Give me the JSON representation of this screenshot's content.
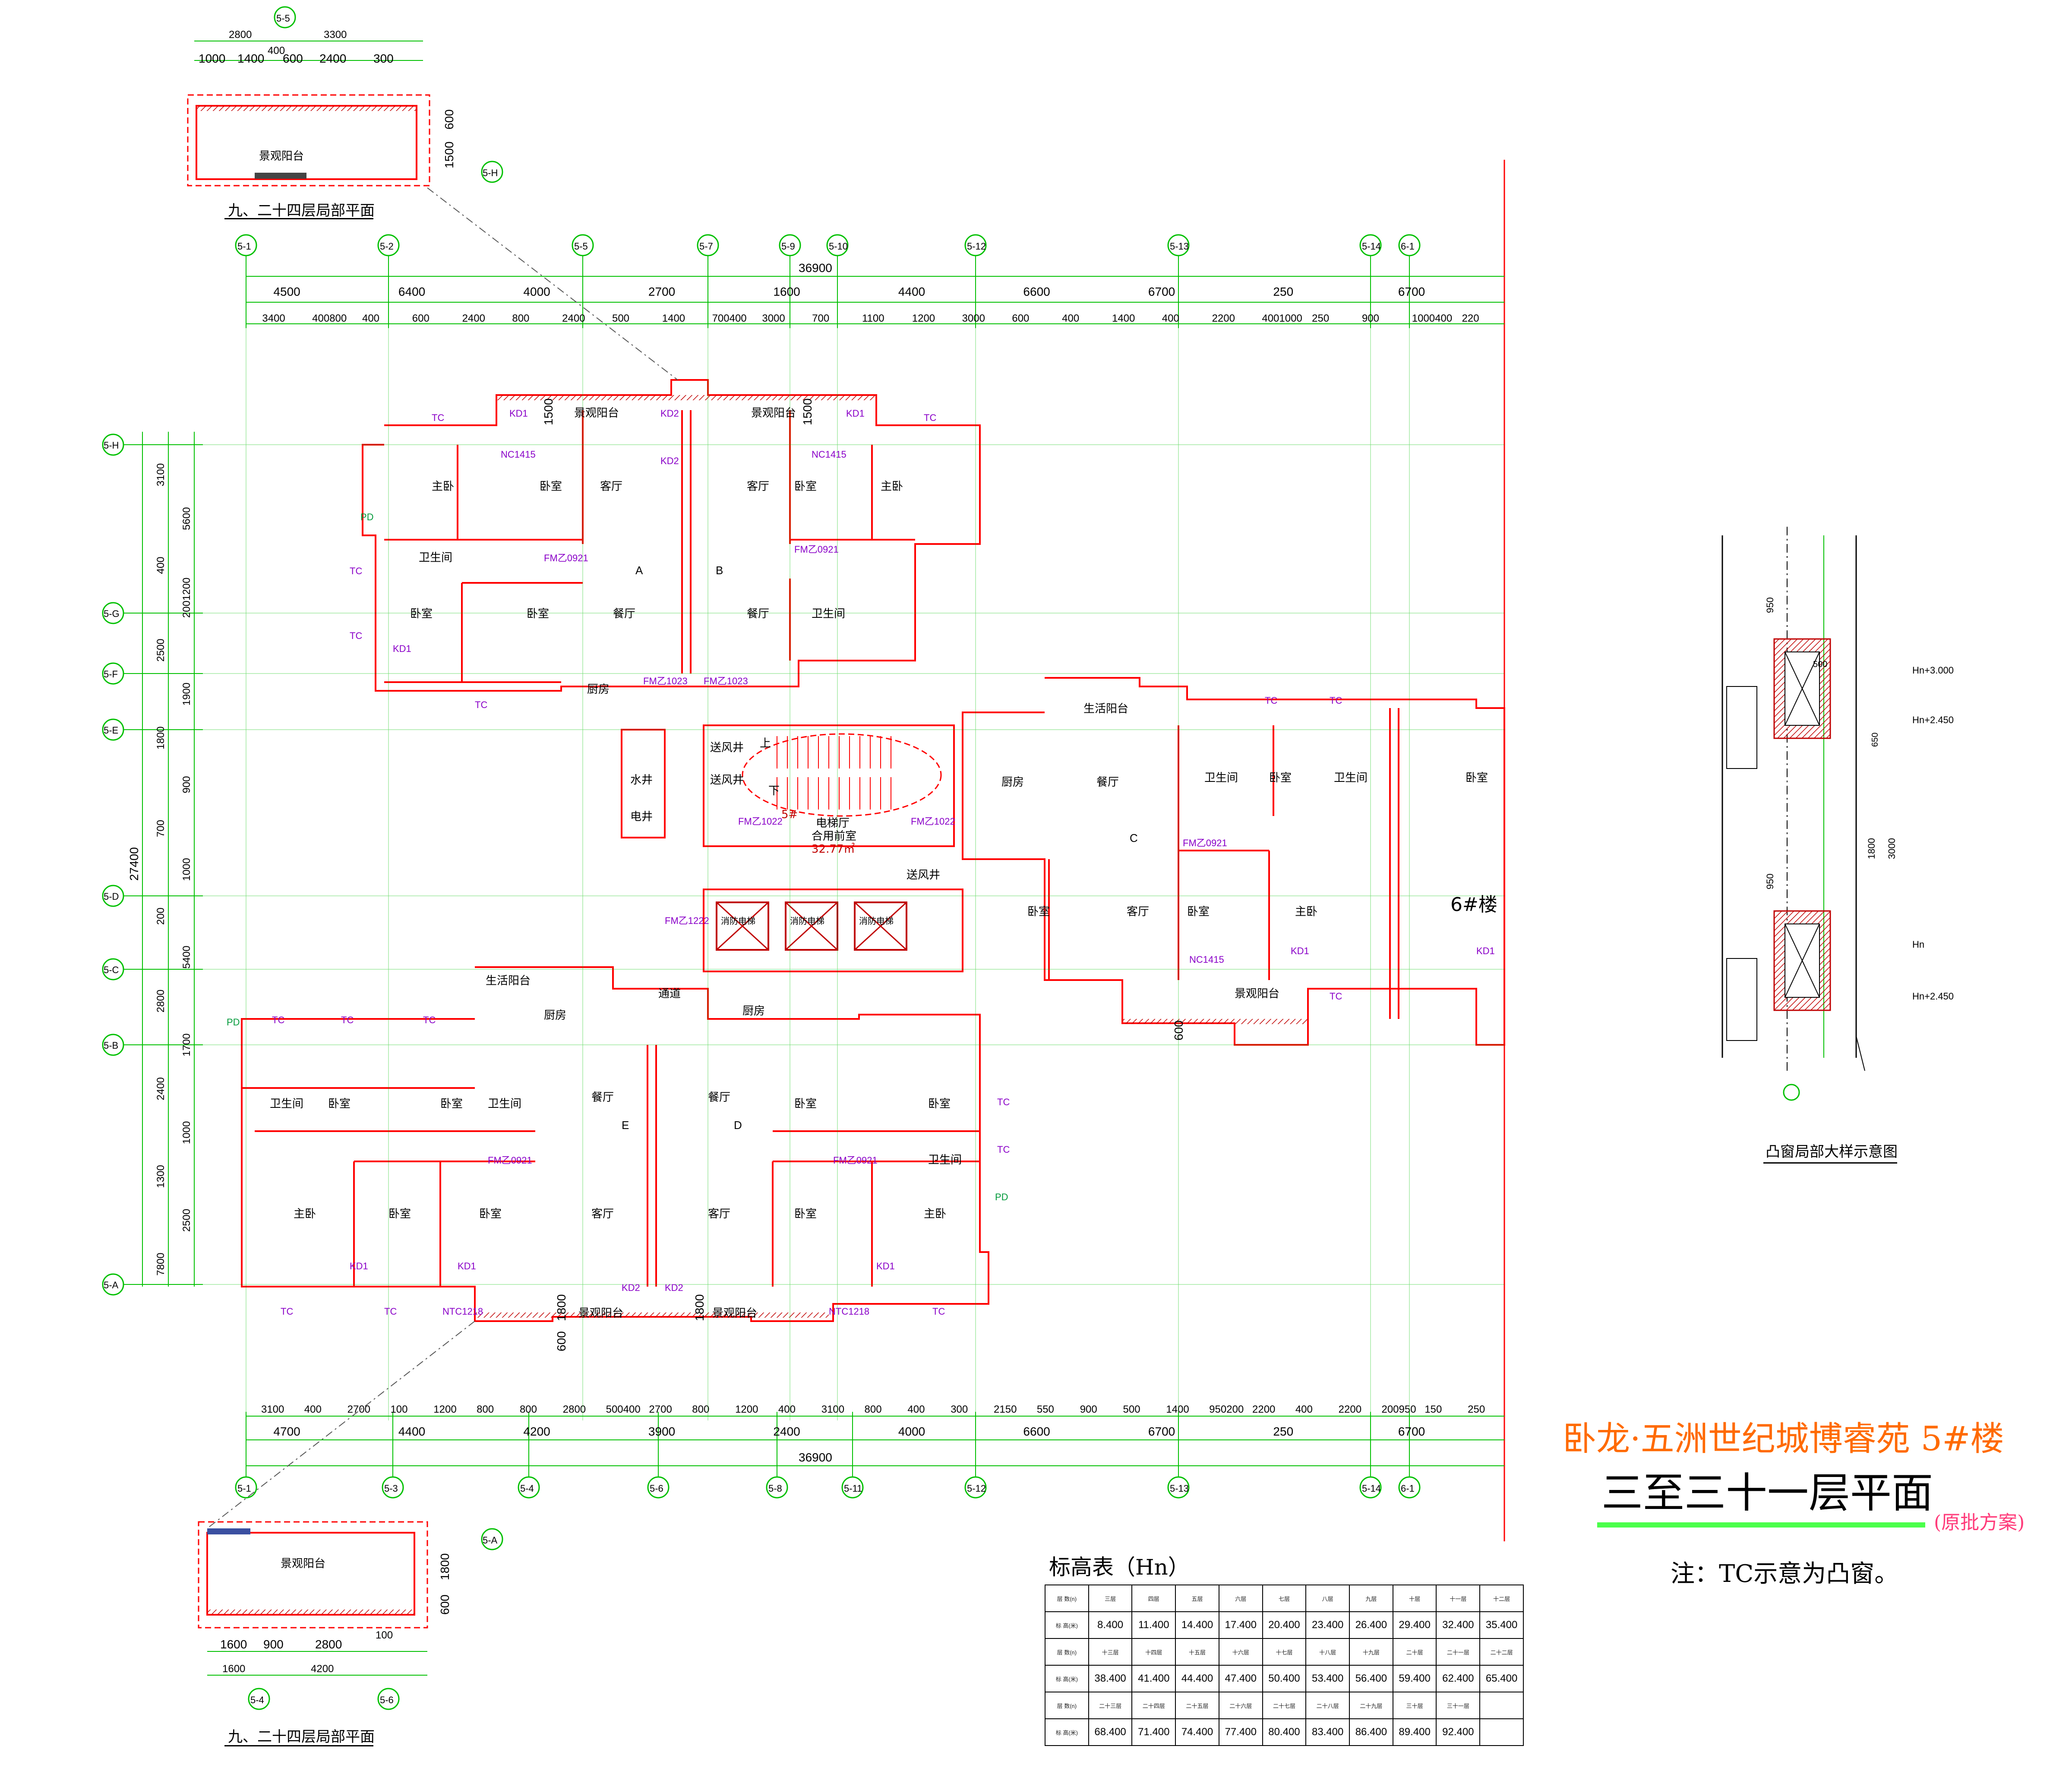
{
  "drawing": {
    "project_title": "卧龙·五洲世纪城博睿苑 5#楼",
    "sheet_title": "三至三十一层平面",
    "scheme_note": "(原批方案)",
    "remark": "注：TC示意为凸窗。",
    "elevation_table_title": "标高表（Hn）",
    "detail_top_caption": "九、二十四层局部平面",
    "detail_bottom_caption": "九、二十四层局部平面",
    "bay_window_caption": "凸窗局部大样示意图",
    "colors": {
      "wall": "#ff0000",
      "grid": "#00c000",
      "hatch": "#c00000",
      "tag": "#8a00c8",
      "title": "#ff6a00"
    }
  },
  "axes_top": [
    "5-1",
    "5-2",
    "5-5",
    "5-7",
    "5-9",
    "5-10",
    "5-12",
    "5-13",
    "5-14",
    "6-1"
  ],
  "axes_bottom": [
    "5-1",
    "5-3",
    "5-4",
    "5-6",
    "5-8",
    "5-11",
    "5-12",
    "5-13",
    "5-14",
    "6-1"
  ],
  "axes_left": [
    "5-H",
    "5-G",
    "5-F",
    "5-E",
    "5-D",
    "5-C",
    "5-B",
    "5-A"
  ],
  "dims_top_total": "36900",
  "dims_top_row1": [
    "4500",
    "6400",
    "4000",
    "2700",
    "1600",
    "4400",
    "6600",
    "6700",
    "250",
    "6700"
  ],
  "dims_top_row2": [
    "3400",
    "400800",
    "400",
    "600",
    "2400",
    "800",
    "2400",
    "500",
    "1400",
    "700400",
    "3000",
    "700",
    "1100",
    "1200",
    "3000",
    "600",
    "400",
    "1400",
    "400",
    "2200",
    "4001000",
    "250",
    "900",
    "1000400",
    "220"
  ],
  "dims_bottom_total": "36900",
  "dims_bottom_row1": [
    "3100",
    "400",
    "2700",
    "100",
    "1200",
    "800",
    "800",
    "2800",
    "500400",
    "2700",
    "800",
    "1200",
    "400",
    "3100",
    "800",
    "400",
    "300",
    "2150",
    "550",
    "900",
    "500",
    "1400",
    "950200",
    "2200",
    "400",
    "2200",
    "200950",
    "150",
    "250"
  ],
  "dims_bottom_row2": [
    "4700",
    "4400",
    "4200",
    "3900",
    "2400",
    "4000",
    "6600",
    "6700",
    "250",
    "6700"
  ],
  "dims_left_total": "27400",
  "dims_left": [
    "3100",
    "5600",
    "400",
    "2001200",
    "2500",
    "1900",
    "1800",
    "900",
    "700",
    "1000",
    "200",
    "5400",
    "2800",
    "1700",
    "2400",
    "1000",
    "1300",
    "2500",
    "7800"
  ],
  "room_labels": {
    "unit_a": "A",
    "unit_b": "B",
    "unit_c": "C",
    "unit_d": "D",
    "unit_e": "E",
    "master_bedroom": "主卧",
    "bedroom": "卧室",
    "living": "客厅",
    "dining": "餐厅",
    "kitchen": "厨房",
    "bathroom": "卫生间",
    "balcony": "景观阳台",
    "service_balcony": "生活阳台",
    "corridor": "通道",
    "stair_hall": "电梯厅",
    "fire_lift": "消防电梯",
    "water_shaft": "水井",
    "electric_shaft": "电井",
    "vent_shaft": "送风井",
    "building_6": "6#楼",
    "area_label": "32.77㎡",
    "stair_label": "5#",
    "up": "上",
    "down": "下",
    "lobby_note": "合用前室"
  },
  "tags": [
    "TC",
    "PD",
    "KD1",
    "KD2",
    "NC1415",
    "FM乙0921",
    "FM乙1023",
    "FM乙1022",
    "FM乙1222",
    "NTC1218",
    "600",
    "1500",
    "1800",
    "600"
  ],
  "bay_window_labels": [
    "Hn+3.000",
    "Hn+2.450",
    "Hn",
    "Hn+2.450",
    "950",
    "1800",
    "3000",
    "950",
    "500",
    "650"
  ],
  "elevation_table": {
    "row_header_floor": "层 数(n)",
    "row_header_elev": "标 高(米)",
    "floors_1": [
      "三层",
      "四层",
      "五层",
      "六层",
      "七层",
      "八层",
      "九层",
      "十层",
      "十一层",
      "十二层"
    ],
    "elev_1": [
      "8.400",
      "11.400",
      "14.400",
      "17.400",
      "20.400",
      "23.400",
      "26.400",
      "29.400",
      "32.400",
      "35.400"
    ],
    "floors_2": [
      "十三层",
      "十四层",
      "十五层",
      "十六层",
      "十七层",
      "十八层",
      "十九层",
      "二十层",
      "二十一层",
      "二十二层"
    ],
    "elev_2": [
      "38.400",
      "41.400",
      "44.400",
      "47.400",
      "50.400",
      "53.400",
      "56.400",
      "59.400",
      "62.400",
      "65.400"
    ],
    "floors_3": [
      "二十三层",
      "二十四层",
      "二十五层",
      "二十六层",
      "二十七层",
      "二十八层",
      "二十九层",
      "三十层",
      "三十一层",
      ""
    ],
    "elev_3": [
      "68.400",
      "71.400",
      "74.400",
      "77.400",
      "80.400",
      "83.400",
      "86.400",
      "89.400",
      "92.400",
      ""
    ]
  },
  "detail_top_dims": [
    "5-5",
    "2800",
    "3300",
    "1000",
    "1400",
    "400",
    "600",
    "2400",
    "300",
    "600",
    "1500",
    "5-H"
  ],
  "detail_bottom_dims": [
    "5-A",
    "1800",
    "600",
    "1600",
    "900",
    "2800",
    "100",
    "1600",
    "4200",
    "5-4",
    "5-6"
  ]
}
